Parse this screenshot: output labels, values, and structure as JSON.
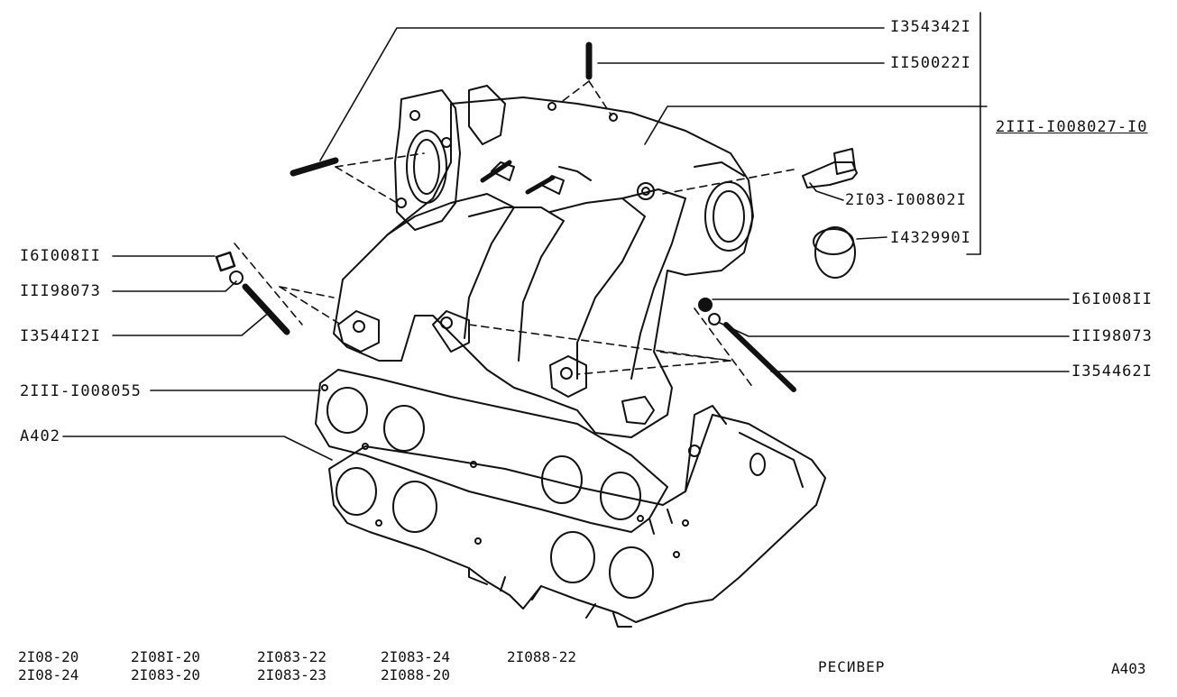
{
  "callouts": {
    "stud_top_left": "I354342I",
    "stud_top": "II50022I",
    "manifold_assembly": "2III-I008027-I0",
    "fitting": "2I03-I00802I",
    "ring": "I432990I",
    "nut_left": "I6I008II",
    "washer_left": "III98073",
    "stud_left": "I3544I2I",
    "gasket": "2III-I008055",
    "head_ref": "A402",
    "nut_right": "I6I008II",
    "washer_right": "III98073",
    "stud_right": "I354462I"
  },
  "footer": {
    "models": [
      [
        "2I08-20",
        "2I08-24"
      ],
      [
        "2I08I-20",
        "2I083-20"
      ],
      [
        "2I083-22",
        "2I083-23"
      ],
      [
        "2I083-24",
        "2I088-20"
      ],
      [
        "2I088-22"
      ]
    ],
    "section_title": "РЕСИВЕР",
    "page_code": "A403"
  },
  "colors": {
    "ink": "#111111",
    "paper": "#ffffff"
  }
}
